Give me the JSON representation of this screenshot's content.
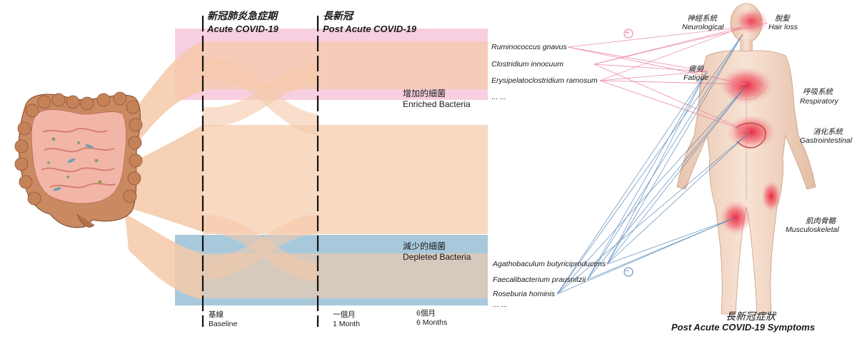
{
  "phases": {
    "acute_zh": "新冠肺炎急症期",
    "acute_en": "Acute COVID-19",
    "post_zh": "長新冠",
    "post_en": "Post Acute COVID-19"
  },
  "groups": {
    "enriched_zh": "增加的細菌",
    "enriched_en": "Enriched Bacteria",
    "depleted_zh": "減少的細菌",
    "depleted_en": "Depleted Bacteria"
  },
  "timepoints": {
    "baseline_zh": "基線",
    "baseline_en": "Baseline",
    "m1_zh": "一個月",
    "m1_en": "1 Month",
    "m6_zh": "6個月",
    "m6_en": "6 Months"
  },
  "bacteria": {
    "enriched": [
      "Ruminococcus gnavus",
      "Clostridium innocuum",
      "Erysipelatoclostridium ramosum"
    ],
    "enriched_more": "... ...",
    "depleted": [
      "Agathobaculum butyriciproducens",
      "Faecalibacterium prausnitzii",
      "Roseburia hominis"
    ],
    "depleted_more": "... ..."
  },
  "signs": {
    "plus": "+",
    "minus": "−"
  },
  "symptoms": {
    "neuro_zh": "神經系統",
    "neuro_en": "Neurological",
    "hair_zh": "脫髮",
    "hair_en": "Hair loss",
    "fatigue_zh": "疲勞",
    "fatigue_en": "Fatigue",
    "resp_zh": "呼吸系統",
    "resp_en": "Respiratory",
    "gi_zh": "消化系統",
    "gi_en": "Gastrointestinal",
    "msk_zh": "肌肉骨骼",
    "msk_en": "Musculoskeletal"
  },
  "title": {
    "zh": "長新冠症狀",
    "en": "Post Acute COVID-19 Symptoms"
  },
  "colors": {
    "enriched_band": "#f8cfe0",
    "depleted_band": "#a8c9dc",
    "flow": "#f5c9a8",
    "positive_link": "#e8789a",
    "negative_link": "#4f82b5",
    "hotspot": "#e8203a",
    "skin": "#f3d9c6"
  }
}
